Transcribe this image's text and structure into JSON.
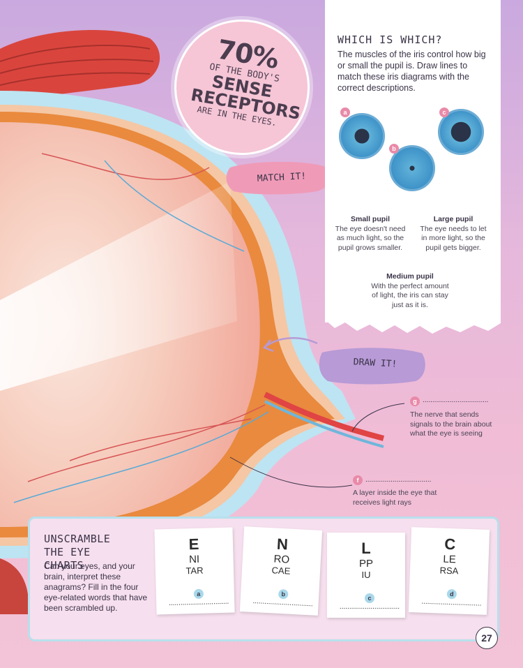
{
  "stat_badge": {
    "percent": "70%",
    "line1": "OF THE BODY'S",
    "big": "SENSE RECEPTORS",
    "line3": "ARE IN THE EYES."
  },
  "which_is_which": {
    "title": "WHICH IS WHICH?",
    "intro": "The muscles of the iris control how big or small the pupil is. Draw lines to match these iris diagrams with the correct descriptions.",
    "diagrams": [
      {
        "tag": "a",
        "pupil_size": "medium"
      },
      {
        "tag": "b",
        "pupil_size": "small"
      },
      {
        "tag": "c",
        "pupil_size": "large"
      }
    ],
    "descriptions": [
      {
        "heading": "Small pupil",
        "text": "The eye doesn't need as much light, so the pupil grows smaller."
      },
      {
        "heading": "Large pupil",
        "text": "The eye needs to let in more light, so the pupil gets bigger."
      },
      {
        "heading": "Medium pupil",
        "text": "With the perfect amount of light, the iris can stay just as it is."
      }
    ]
  },
  "match_it": "MATCH IT!",
  "draw_it": "DRAW IT!",
  "eye_labels": [
    {
      "tag": "g",
      "blank": "..................................",
      "text": "The nerve that sends signals to the brain about what the eye is seeing"
    },
    {
      "tag": "f",
      "blank": "..................................",
      "text": "A layer inside the eye that receives light rays"
    }
  ],
  "unscramble": {
    "title": "UNSCRAMBLE THE EYE CHARTS",
    "text": "Can your eyes, and your brain, interpret these anagrams? Fill in the four eye-related words that have been scrambled up.",
    "charts": [
      {
        "tag": "a",
        "r1": "E",
        "r2": "NI",
        "r3": "TAR",
        "blank": "..............................."
      },
      {
        "tag": "b",
        "r1": "N",
        "r2": "RO",
        "r3": "CAE",
        "blank": "..............................."
      },
      {
        "tag": "c",
        "r1": "L",
        "r2": "PP",
        "r3": "IU",
        "blank": "..............................."
      },
      {
        "tag": "d",
        "r1": "C",
        "r2": "LE",
        "r3": "RSA",
        "blank": "..............................."
      }
    ]
  },
  "page_number": "27",
  "colors": {
    "eye_red": "#e8685e",
    "iris_blue": "#3a8fc6",
    "pill_pink": "#ef9bb8",
    "pill_purple": "#b79ad6",
    "tag_pink": "#e98aa8"
  }
}
